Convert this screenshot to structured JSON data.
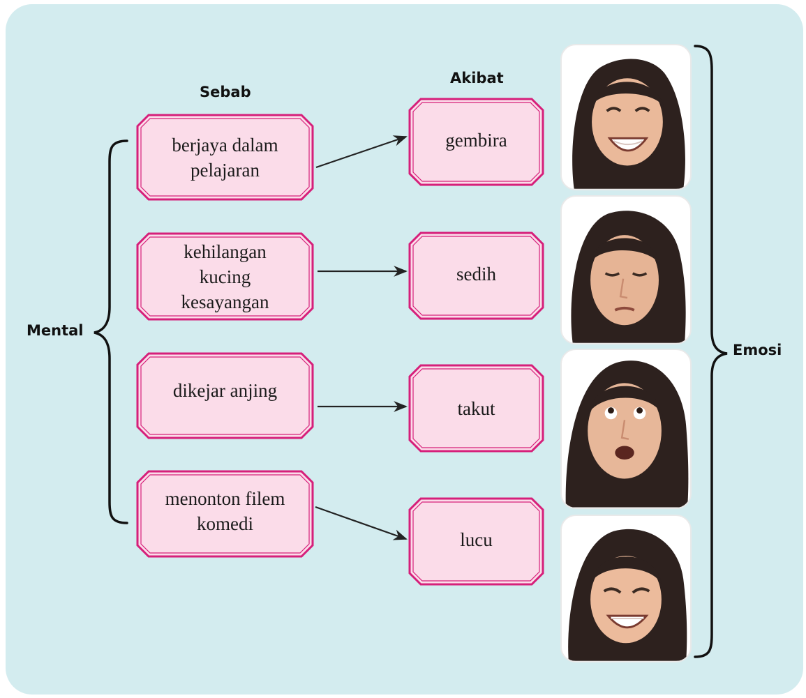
{
  "headings": {
    "cause": "Sebab",
    "effect": "Akibat",
    "mental": "Mental",
    "emotion": "Emosi"
  },
  "causes": [
    "berjaya dalam\npelajaran",
    "kehilangan\nkucing\nkesayangan",
    "dikejar anjing",
    "menonton filem\nkomedi"
  ],
  "effects": [
    "gembira",
    "sedih",
    "takut",
    "lucu"
  ],
  "photos": [
    {
      "expression": "smiling",
      "icon": "happy-face-photo"
    },
    {
      "expression": "eyes closed, downcast",
      "icon": "sad-face-photo"
    },
    {
      "expression": "looking up, mouth open",
      "icon": "scared-face-photo"
    },
    {
      "expression": "laughing, eyes squeezed",
      "icon": "laughing-face-photo"
    }
  ],
  "colors": {
    "panel": "#d3ecef",
    "box_fill": "#fbdce9",
    "box_border": "#d61f7a",
    "arrow": "#222222",
    "brace": "#111111",
    "hijab": "#2d211e",
    "skin": "#eab99a"
  }
}
